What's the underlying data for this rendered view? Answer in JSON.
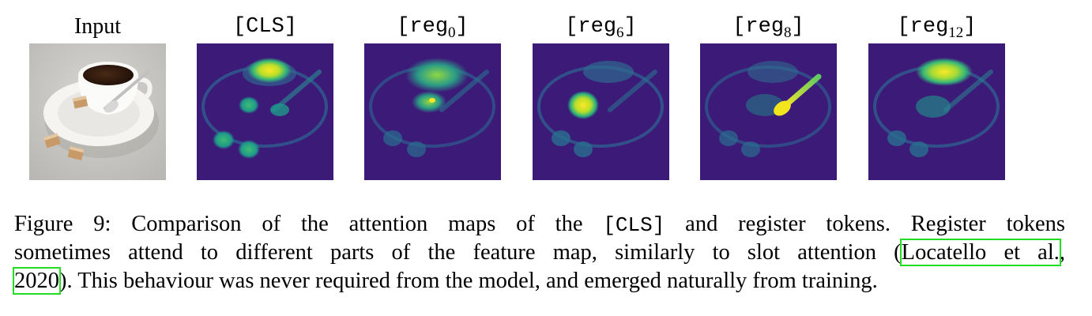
{
  "panels": [
    {
      "label": "Input",
      "style": "serif"
    },
    {
      "label_base": "[CLS]",
      "style": "mono"
    },
    {
      "label_base": "[reg",
      "label_sub": "0",
      "label_end": "]",
      "style": "mono"
    },
    {
      "label_base": "[reg",
      "label_sub": "6",
      "label_end": "]",
      "style": "mono"
    },
    {
      "label_base": "[reg",
      "label_sub": "8",
      "label_end": "]",
      "style": "mono"
    },
    {
      "label_base": "[reg",
      "label_sub": "12",
      "label_end": "]",
      "style": "mono"
    }
  ],
  "caption": {
    "line1_pre": "Figure 9: Comparison of the attention maps of the ",
    "line1_code": "[CLS]",
    "line1_post": " and register tokens. Register tokens",
    "line2_pre": "sometimes attend to different parts of the feature map, similarly to slot attention (",
    "cite_author": "Locatello et al.",
    "line2_post": ",",
    "cite_year": "2020",
    "line3_post": "). This behaviour was never required from the model, and emerged naturally from training."
  },
  "colors": {
    "viridis_low": "#3b1a78",
    "viridis_mid": "#1f9a8a",
    "viridis_high": "#f4e61c",
    "citation_box": "#22dd22"
  }
}
